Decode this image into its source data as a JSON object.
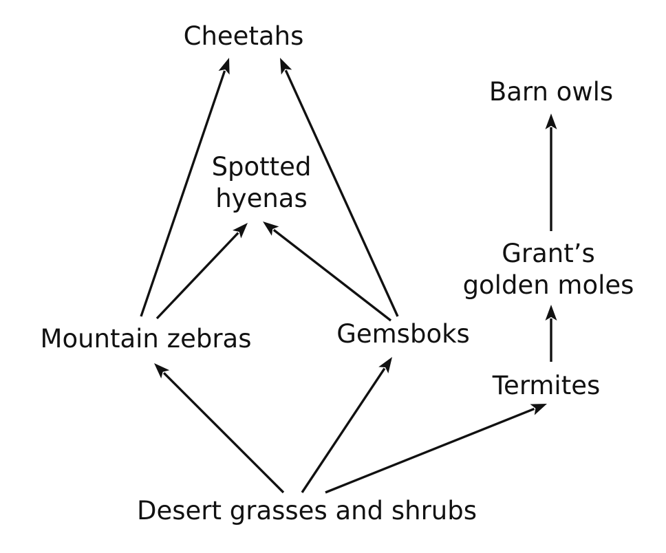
{
  "nodes": {
    "cheetahs": {
      "lines": [
        "Cheetahs"
      ]
    },
    "barn_owls": {
      "lines": [
        "Barn owls"
      ]
    },
    "spotted_hyenas": {
      "lines": [
        "Spotted",
        "hyenas"
      ]
    },
    "grants_golden_moles": {
      "lines": [
        "Grant’s",
        "golden moles"
      ]
    },
    "mountain_zebras": {
      "lines": [
        "Mountain zebras"
      ]
    },
    "gemsboks": {
      "lines": [
        "Gemsboks"
      ]
    },
    "termites": {
      "lines": [
        "Termites"
      ]
    },
    "desert_grasses": {
      "lines": [
        "Desert grasses and shrubs"
      ]
    }
  },
  "edges": [
    {
      "from": "desert_grasses",
      "to": "mountain_zebras"
    },
    {
      "from": "desert_grasses",
      "to": "gemsboks"
    },
    {
      "from": "desert_grasses",
      "to": "termites"
    },
    {
      "from": "mountain_zebras",
      "to": "cheetahs"
    },
    {
      "from": "mountain_zebras",
      "to": "spotted_hyenas"
    },
    {
      "from": "gemsboks",
      "to": "spotted_hyenas"
    },
    {
      "from": "gemsboks",
      "to": "cheetahs"
    },
    {
      "from": "termites",
      "to": "grants_golden_moles"
    },
    {
      "from": "grants_golden_moles",
      "to": "barn_owls"
    }
  ],
  "colors": {
    "text": "#111111",
    "arrow": "#111111",
    "background": "#ffffff"
  }
}
